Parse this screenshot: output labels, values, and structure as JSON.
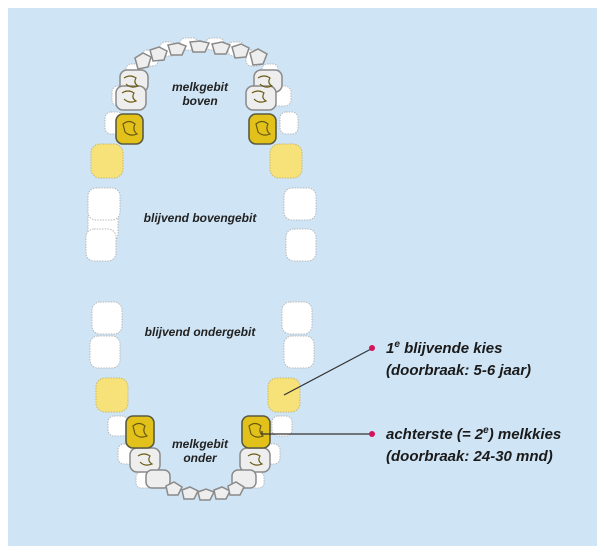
{
  "labels": {
    "melk_boven_1": "melkgebit",
    "melk_boven_2": "boven",
    "blijvend_boven": "blijvend bovengebit",
    "blijvend_onder": "blijvend ondergebit",
    "melk_onder_1": "melkgebit",
    "melk_onder_2": "onder"
  },
  "callouts": {
    "kies_sup": "e",
    "kies_prefix": "1",
    "kies_text": " blijvende kies",
    "kies_sub": "(doorbraak: 5-6 jaar)",
    "melkkies_pre": "achterste (= 2",
    "melkkies_sup": "e",
    "melkkies_post": ") melkkies",
    "melkkies_sub": "(doorbraak: 24-30 mnd)"
  },
  "colors": {
    "background": "#cfe4f5",
    "permanent_tooth": "#ffffff",
    "highlight_tooth": "#f7e27a",
    "milk_molar": "#e2c21a",
    "milk_tooth": "#e9e9e9",
    "callout_dot": "#d4145a"
  }
}
